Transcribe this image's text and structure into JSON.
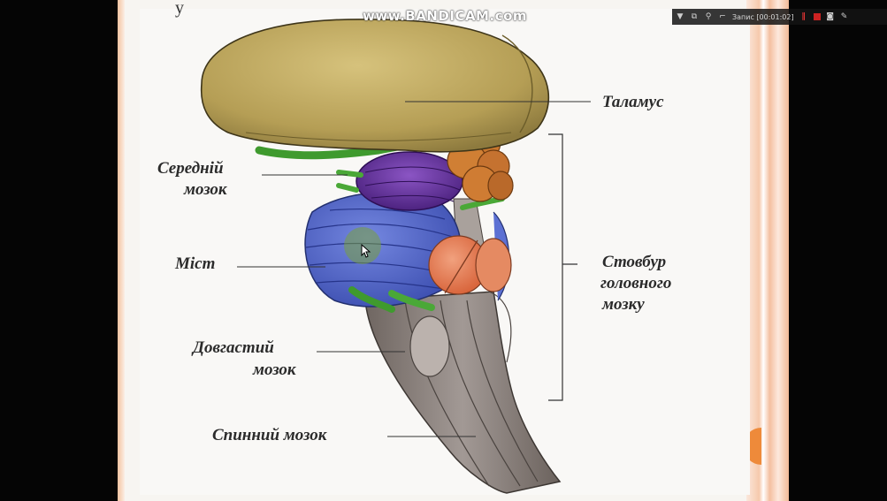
{
  "slide": {
    "partial_heading": "y",
    "labels": {
      "thalamus": "Таламус",
      "midbrain_line1": "Середній",
      "midbrain_line2": "мозок",
      "pons": "Міст",
      "brainstem_line1": "Стовбур",
      "brainstem_line2": "головного",
      "brainstem_line3": "мозку",
      "medulla_line1": "Довгастий",
      "medulla_line2": "мозок",
      "spinal_cord": "Спинний мозок"
    }
  },
  "overlay": {
    "watermark": "www.BANDICAM.com",
    "recorder_status": "Запис [00:01:02]"
  },
  "colors": {
    "hemisphere": "#b9a35b",
    "midbrain": "#6e3aa6",
    "pons": "#5267c9",
    "thalamus_lobes": "#c9772e",
    "nerves": "#3f9a2e",
    "medulla": "#8d8580",
    "accent_tab": "#ee8a3a"
  }
}
